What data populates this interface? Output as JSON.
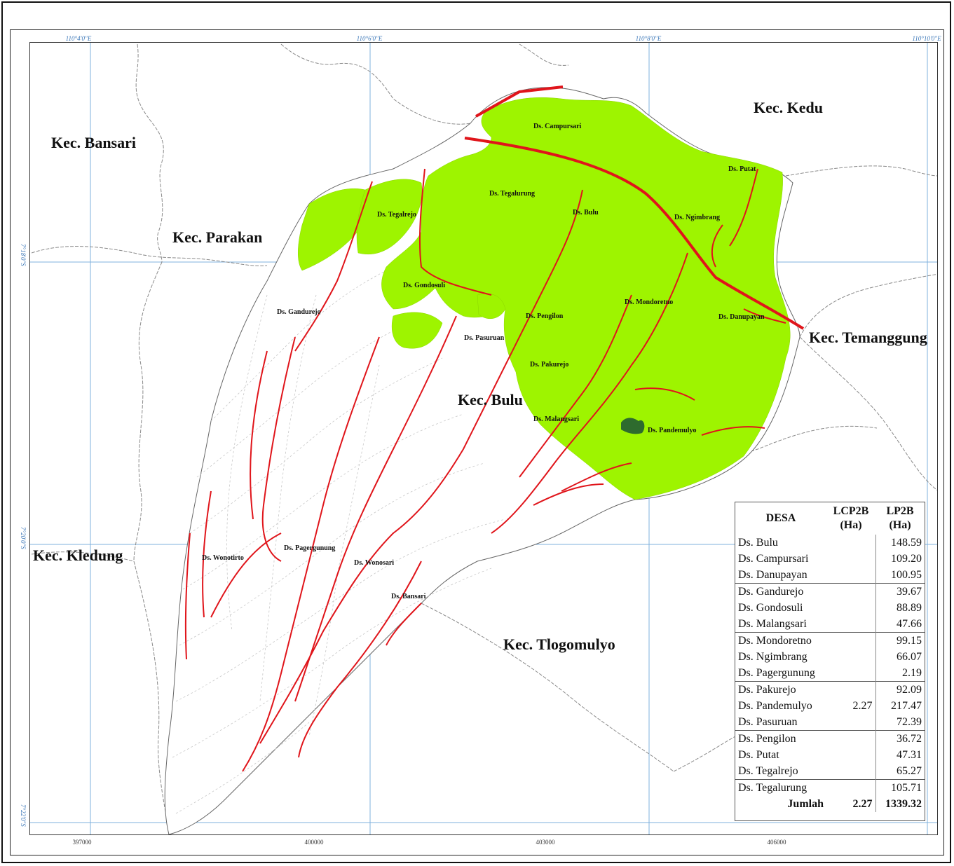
{
  "map": {
    "coords_top": [
      "110°4'0\"E",
      "110°6'0\"E",
      "110°8'0\"E",
      "110°10'0\"E"
    ],
    "coords_bottom": [
      "397000",
      "400000",
      "403000",
      "406000"
    ],
    "coords_left": [
      "7°18'0\"S",
      "7°20'0\"S",
      "7°22'0\"S"
    ],
    "colors": {
      "lp2b": "#9ef400",
      "lcp2b": "#2e6b2e",
      "road": "#e0151b",
      "grid": "#7fb0dc"
    },
    "kecamatan": [
      {
        "name": "Kec. Bansari"
      },
      {
        "name": "Kec. Kedu"
      },
      {
        "name": "Kec. Parakan"
      },
      {
        "name": "Kec. Temanggung"
      },
      {
        "name": "Kec. Bulu"
      },
      {
        "name": "Kec. Kledung"
      },
      {
        "name": "Kec. Tlogomulyo"
      }
    ],
    "desa_labels": [
      "Ds. Campursari",
      "Ds. Putat",
      "Ds. Tegalurung",
      "Ds. Tegalrejo",
      "Ds. Bulu",
      "Ds. Ngimbrang",
      "Ds. Gondosuli",
      "Ds. Gandurejo",
      "Ds. Mondoretno",
      "Ds. Pengilon",
      "Ds. Danupayan",
      "Ds. Pasuruan",
      "Ds. Pakurejo",
      "Ds. Malangsari",
      "Ds. Pandemulyo",
      "Ds. Wonotirto",
      "Ds. Pagergunung",
      "Ds. Wonosari",
      "Ds. Bansari"
    ]
  },
  "table": {
    "headers": {
      "desa": "DESA",
      "lcp2b_1": "LCP2B",
      "lcp2b_2": "(Ha)",
      "lp2b_1": "LP2B",
      "lp2b_2": "(Ha)"
    },
    "rows": [
      {
        "desa": "Ds. Bulu",
        "lcp2b": "",
        "lp2b": "148.59"
      },
      {
        "desa": "Ds. Campursari",
        "lcp2b": "",
        "lp2b": "109.20"
      },
      {
        "desa": "Ds. Danupayan",
        "lcp2b": "",
        "lp2b": "100.95"
      },
      {
        "desa": "Ds. Gandurejo",
        "lcp2b": "",
        "lp2b": "39.67"
      },
      {
        "desa": "Ds. Gondosuli",
        "lcp2b": "",
        "lp2b": "88.89"
      },
      {
        "desa": "Ds. Malangsari",
        "lcp2b": "",
        "lp2b": "47.66"
      },
      {
        "desa": "Ds. Mondoretno",
        "lcp2b": "",
        "lp2b": "99.15"
      },
      {
        "desa": "Ds. Ngimbrang",
        "lcp2b": "",
        "lp2b": "66.07"
      },
      {
        "desa": "Ds. Pagergunung",
        "lcp2b": "",
        "lp2b": "2.19"
      },
      {
        "desa": "Ds. Pakurejo",
        "lcp2b": "",
        "lp2b": "92.09"
      },
      {
        "desa": "Ds. Pandemulyo",
        "lcp2b": "2.27",
        "lp2b": "217.47"
      },
      {
        "desa": "Ds. Pasuruan",
        "lcp2b": "",
        "lp2b": "72.39"
      },
      {
        "desa": "Ds. Pengilon",
        "lcp2b": "",
        "lp2b": "36.72"
      },
      {
        "desa": "Ds. Putat",
        "lcp2b": "",
        "lp2b": "47.31"
      },
      {
        "desa": "Ds. Tegalrejo",
        "lcp2b": "",
        "lp2b": "65.27"
      },
      {
        "desa": "Ds. Tegalurung",
        "lcp2b": "",
        "lp2b": "105.71"
      }
    ],
    "total": {
      "label": "Jumlah",
      "lcp2b": "2.27",
      "lp2b": "1339.32"
    }
  }
}
